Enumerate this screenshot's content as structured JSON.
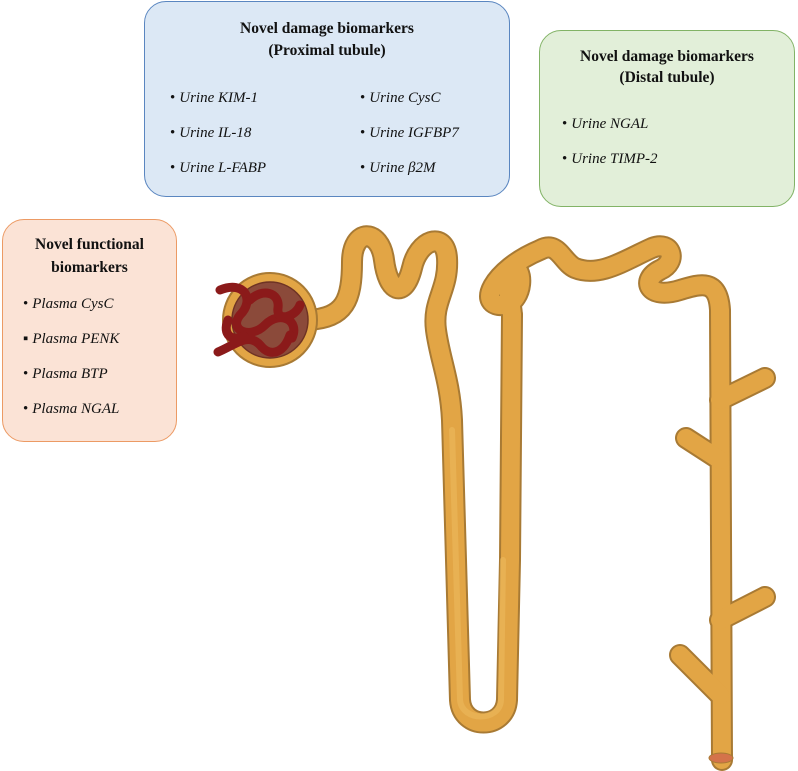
{
  "proximal": {
    "title_line1": "Novel damage biomarkers",
    "title_line2": "(Proximal tubule)",
    "items": [
      "Urine KIM-1",
      "Urine IL-18",
      "Urine L-FABP",
      "Urine CysC",
      "Urine IGFBP7",
      "Urine β2M"
    ]
  },
  "distal": {
    "title_line1": "Novel damage biomarkers",
    "title_line2": "(Distal tubule)",
    "items": [
      "Urine NGAL",
      "Urine TIMP-2"
    ]
  },
  "functional": {
    "title_line1": "Novel functional",
    "title_line2": "biomarkers",
    "items": [
      "Plasma CysC",
      "Plasma PENK",
      "Plasma BTP",
      "Plasma NGAL"
    ]
  },
  "bullets": [
    "•",
    "•",
    "•",
    "•",
    "•",
    "•",
    "•",
    "•",
    "▪",
    "•",
    "•"
  ],
  "colors": {
    "proximal_fill": "#dce8f5",
    "distal_fill": "#e2efd9",
    "functional_fill": "#fbe3d6",
    "tubule": "#e2a545",
    "tubule_outline": "#a87a34",
    "glomerulus": "#8b1a1a",
    "capsule": "#8b4a3a"
  }
}
